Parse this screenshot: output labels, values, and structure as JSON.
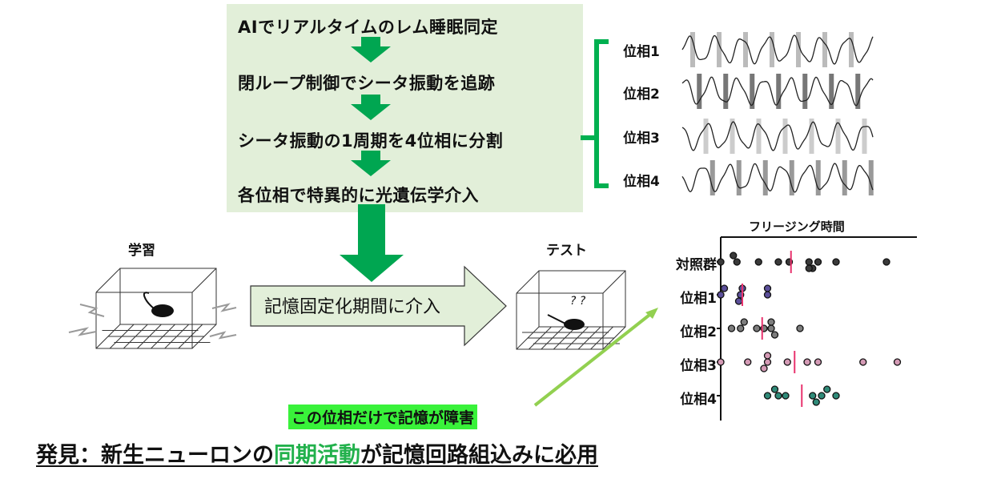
{
  "flow": {
    "steps": [
      "AIでリアルタイムのレム睡眠同定",
      "閉ループ制御でシータ振動を追跡",
      "シータ振動の1周期を4位相に分割",
      "各位相で特異的に光遺伝学介入"
    ],
    "intervention_label": "記憶固定化期間に介入",
    "learning_label": "学習",
    "test_label": "テスト",
    "test_marks": "? ?"
  },
  "phases": [
    "位相1",
    "位相2",
    "位相3",
    "位相4"
  ],
  "highlight": "この位相だけで記憶が障害",
  "finding": {
    "prefix": "発見：新生ニューロンの",
    "accent": "同期活動",
    "suffix": "が記憶回路組込みに必用"
  },
  "colors": {
    "box": "#e2efd9",
    "arrow": "#00a651",
    "bracket": "#00b050",
    "accent": "#22b14c",
    "highlight": "#39f23a",
    "mean": "#e8336e"
  },
  "chart_data": {
    "type": "scatter",
    "title": "フリージング時間",
    "categories": [
      "対照群",
      "位相1",
      "位相2",
      "位相3",
      "位相4"
    ],
    "xlim": [
      0,
      100
    ],
    "series": [
      {
        "name": "対照群",
        "color": "#3a3a3a",
        "values": [
          0,
          9,
          7,
          21,
          32,
          38,
          49,
          54,
          51,
          49,
          64,
          92
        ],
        "mean": 39
      },
      {
        "name": "位相1",
        "color": "#5b4f9a",
        "values": [
          0,
          11,
          12,
          2,
          10,
          26,
          26
        ],
        "mean": 12
      },
      {
        "name": "位相2",
        "color": "#7d7d7d",
        "values": [
          6,
          11,
          13,
          20,
          24,
          28,
          28,
          30,
          44
        ],
        "mean": 23
      },
      {
        "name": "位相3",
        "color": "#d49ab5",
        "values": [
          0,
          15,
          26,
          26,
          24,
          37,
          48,
          54,
          79,
          98
        ],
        "mean": 41
      },
      {
        "name": "位相4",
        "color": "#2f8a78",
        "values": [
          26,
          32,
          36,
          30,
          51,
          56,
          53,
          59,
          64
        ],
        "mean": 45
      }
    ]
  }
}
